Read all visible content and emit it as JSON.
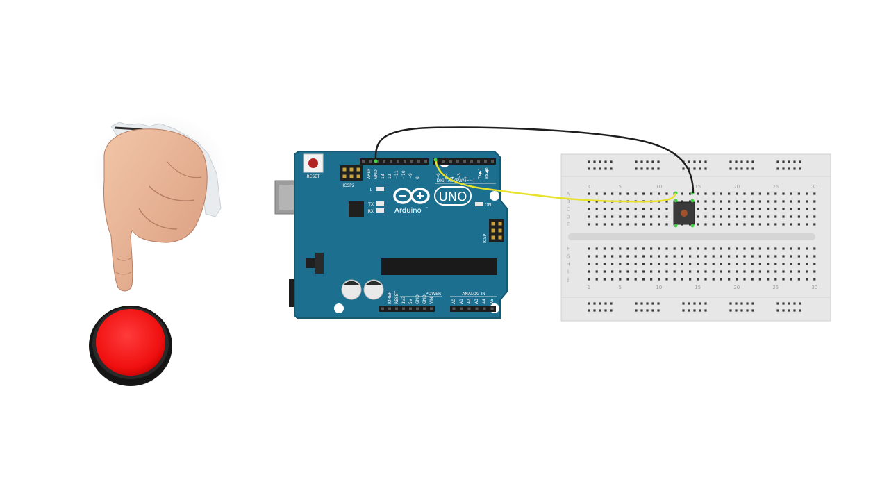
{
  "colors": {
    "board": "#1d6f8f",
    "board_edge": "#16586f",
    "breadboard": "#e7e7e7",
    "wire_yellow": "#e8e32a",
    "wire_black": "#1e1e1e",
    "button_red": "#ff1a1a"
  },
  "icons": {
    "hand": "pointing-hand-icon",
    "big_button": "red-push-button-icon",
    "arduino_logo": "arduino-infinity-logo-icon"
  },
  "arduino": {
    "brand": "Arduino",
    "tm": "™",
    "model": "UNO",
    "reset_label": "RESET",
    "icsp2_label": "ICSP2",
    "icsp_label": "ICSP",
    "on_label": "ON",
    "l_label": "L",
    "tx_label": "TX",
    "rx_label": "RX",
    "digital_label": "DIGITAL (PWM=~)",
    "power_label": "POWER",
    "analog_label": "ANALOG IN",
    "top_pins": [
      "AREF",
      "GND",
      "13",
      "12",
      "~11",
      "~10",
      "~9",
      "8",
      "~6",
      "~5",
      "4",
      "~3",
      "2",
      "TX▶1",
      "RX◀0"
    ],
    "power_pins": [
      "IOREF",
      "RESET",
      "3V3",
      "5V",
      "GND",
      "GND",
      "VIN"
    ],
    "analog_pins": [
      "A0",
      "A1",
      "A2",
      "A3",
      "A4",
      "A5"
    ]
  },
  "breadboard": {
    "column_numbers": [
      "1",
      "5",
      "10",
      "15",
      "20",
      "25",
      "30"
    ],
    "row_letters_top": [
      "A",
      "B",
      "C",
      "D",
      "E"
    ],
    "row_letters_bottom": [
      "F",
      "G",
      "H",
      "I",
      "J"
    ]
  }
}
